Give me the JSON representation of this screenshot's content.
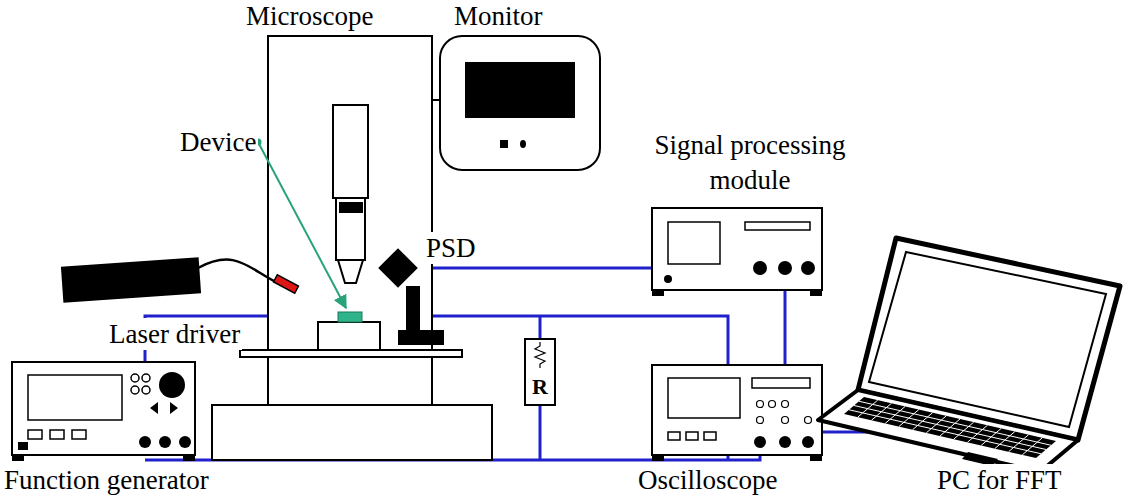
{
  "diagram": {
    "nodes": [
      {
        "text": [
          "R"
        ]
      }
    ],
    "labels": [
      "Microscope",
      "Monitor",
      "Device",
      "Signal processing module",
      "Laser driver",
      "PSD",
      "Function generator",
      "Oscilloscope",
      "PC for FFT"
    ]
  }
}
